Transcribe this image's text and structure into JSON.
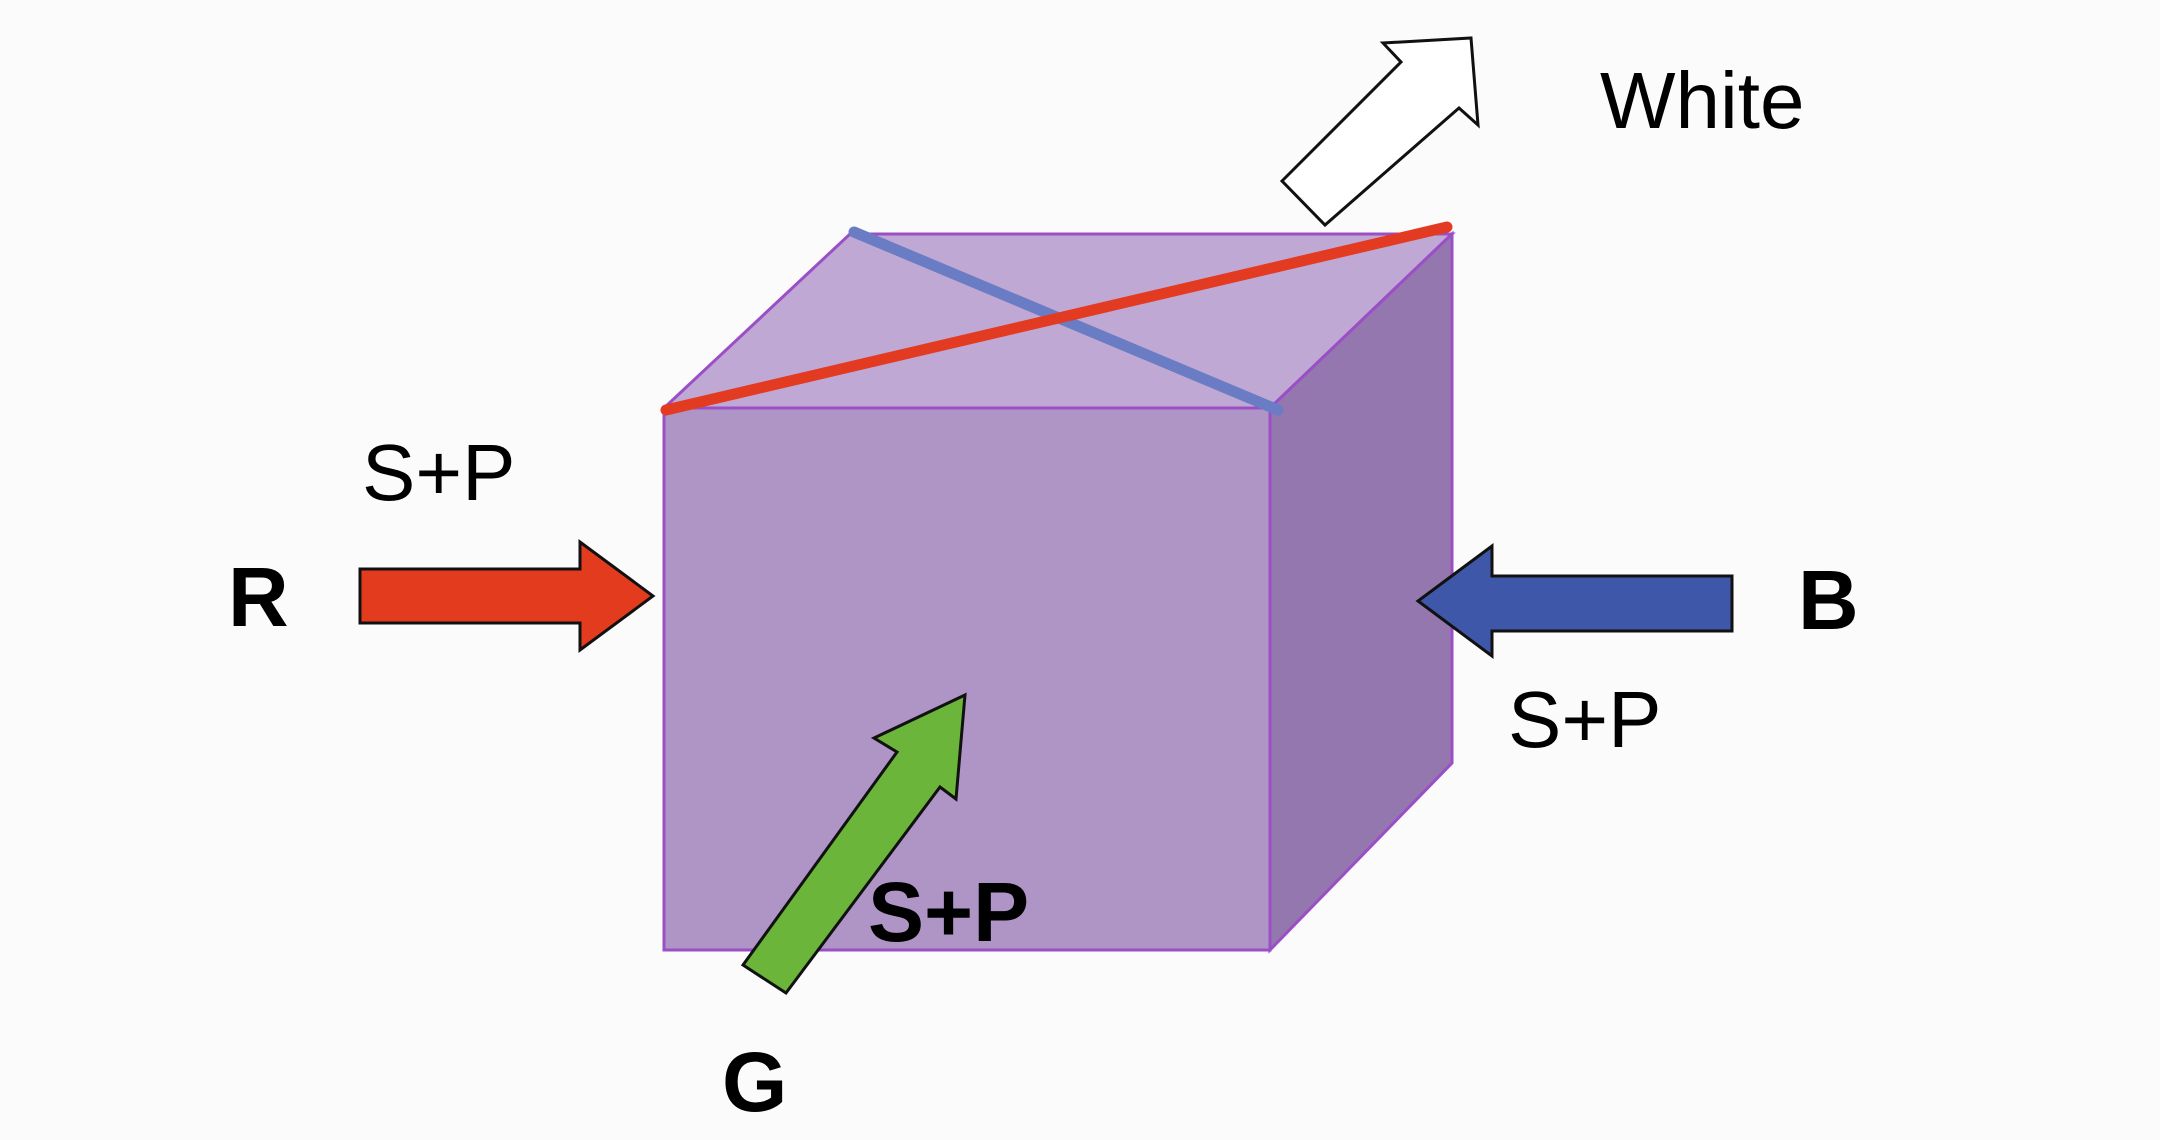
{
  "colors": {
    "background": "#fbfbfb",
    "cube_front": "#ae95c6",
    "cube_top": "#c0a8d4",
    "cube_side": "#9577b0",
    "cube_edge": "#9b4fc6",
    "red": "#e23b1e",
    "blue": "#3f57a8",
    "green": "#6bb53a",
    "white_arrow": "#ffffff",
    "diagonal_blue": "#6a7cc4",
    "diagonal_red": "#e33a22"
  },
  "icons": {
    "red_arrow": "arrow-right-icon",
    "blue_arrow": "arrow-left-icon",
    "green_arrow": "arrow-up-right-icon",
    "white_arrow": "arrow-up-right-outline-icon"
  },
  "labels": {
    "output": "White",
    "red_input": "R",
    "red_polarization": "S+P",
    "blue_input": "B",
    "blue_polarization": "S+P",
    "green_input": "G",
    "green_polarization": "S+P"
  }
}
